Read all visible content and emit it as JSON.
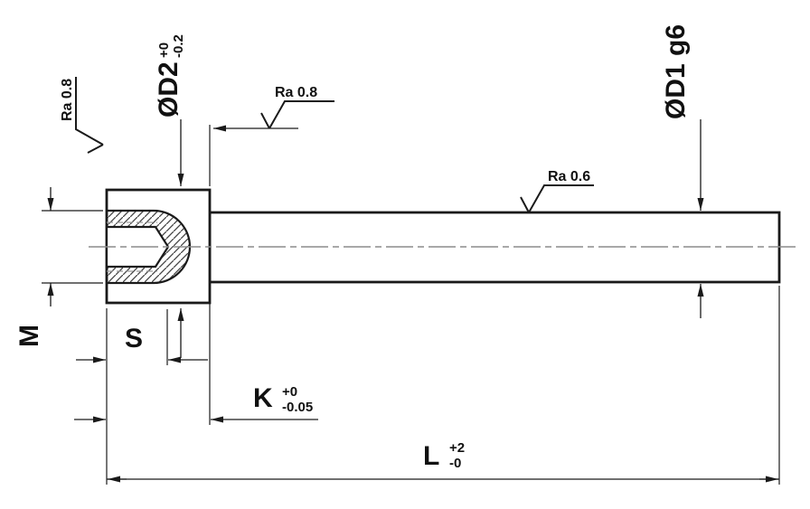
{
  "drawing": {
    "dims": {
      "d2": {
        "label": "ØD2",
        "tol_upper": "+0",
        "tol_lower": "-0.2"
      },
      "d1": {
        "label": "ØD1 g6"
      },
      "m": {
        "label": "M"
      },
      "s": {
        "label": "S"
      },
      "k": {
        "label": "K",
        "tol_upper": "+0",
        "tol_lower": "-0.05"
      },
      "l": {
        "label": "L",
        "tol_upper": "+2",
        "tol_lower": "-0"
      }
    },
    "roughness": {
      "left_face": "Ra 0.8",
      "shoulder": "Ra 0.8",
      "shaft": "Ra 0.6"
    },
    "colors": {
      "line": "#1a1a1a",
      "centerline": "#8c8c8c",
      "background": "#ffffff"
    }
  }
}
